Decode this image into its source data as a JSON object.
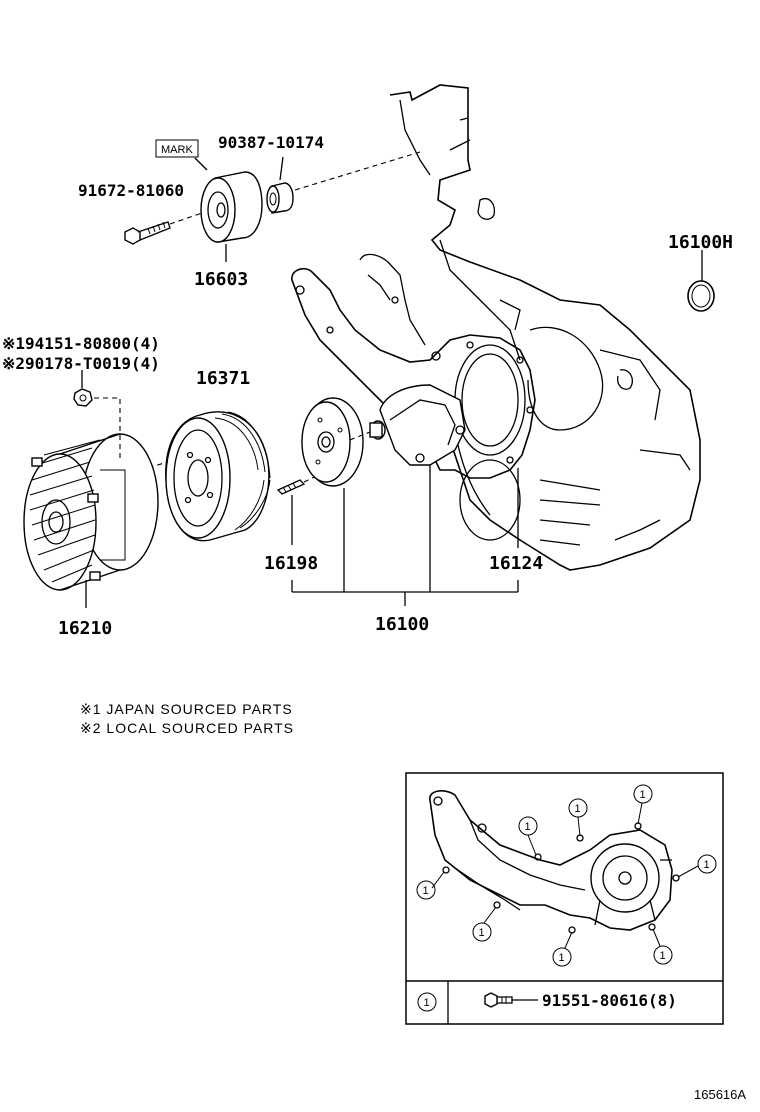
{
  "labels": {
    "p90387": "90387-10174",
    "p91672": "91672-81060",
    "p16603": "16603",
    "p16100h": "16100H",
    "p94151": "※194151-80800(4)",
    "p90178": "※290178-T0019(4)",
    "p16371": "16371",
    "p16198": "16198",
    "p16124": "16124",
    "p16210": "16210",
    "p16100": "16100",
    "mark": "MARK"
  },
  "notes": {
    "note1": "※1 JAPAN SOURCED PARTS",
    "note2": "※2 LOCAL SOURCED PARTS"
  },
  "inset": {
    "callout": "1",
    "legend_number": "1",
    "legend_part": "91551-80616(8)"
  },
  "figure_id": "165616A"
}
